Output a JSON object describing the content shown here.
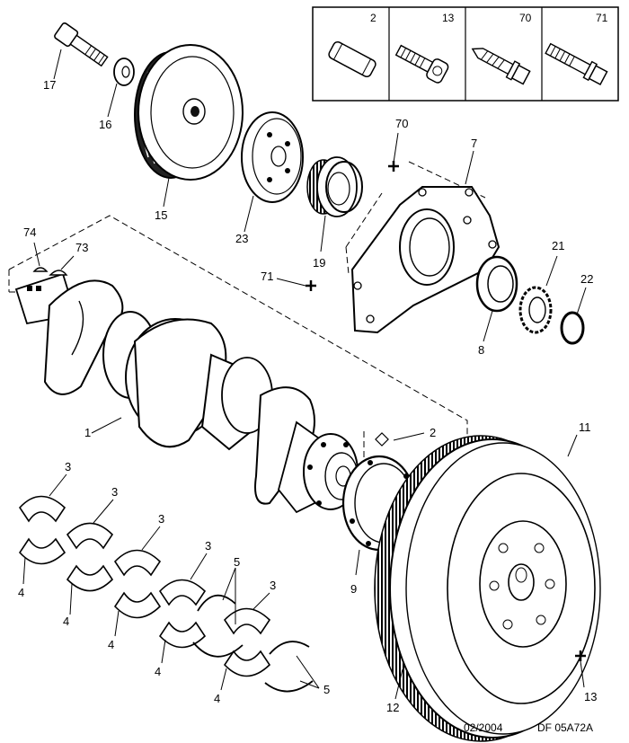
{
  "diagram": {
    "footer_date": "02/2004",
    "footer_code": "DF 05A72A",
    "legend_box": [
      {
        "label": "2",
        "icon": "dowel-pin-icon"
      },
      {
        "label": "13",
        "icon": "torx-bolt-icon"
      },
      {
        "label": "70",
        "icon": "tapping-screw-icon"
      },
      {
        "label": "71",
        "icon": "hex-bolt-icon"
      }
    ],
    "callouts": {
      "c17": "17",
      "c16": "16",
      "c15": "15",
      "c23": "23",
      "c19": "19",
      "c70": "70",
      "c7": "7",
      "c71": "71",
      "c21": "21",
      "c22": "22",
      "c8": "8",
      "c74": "74",
      "c73": "73",
      "c1": "1",
      "c2": "2",
      "c11": "11",
      "c9": "9",
      "c12": "12",
      "c13": "13",
      "b3a": "3",
      "b3b": "3",
      "b3c": "3",
      "b3d": "3",
      "b3e": "3",
      "b4a": "4",
      "b4b": "4",
      "b4c": "4",
      "b4d": "4",
      "b4e": "4",
      "c5a": "5",
      "c5b": "5"
    }
  }
}
